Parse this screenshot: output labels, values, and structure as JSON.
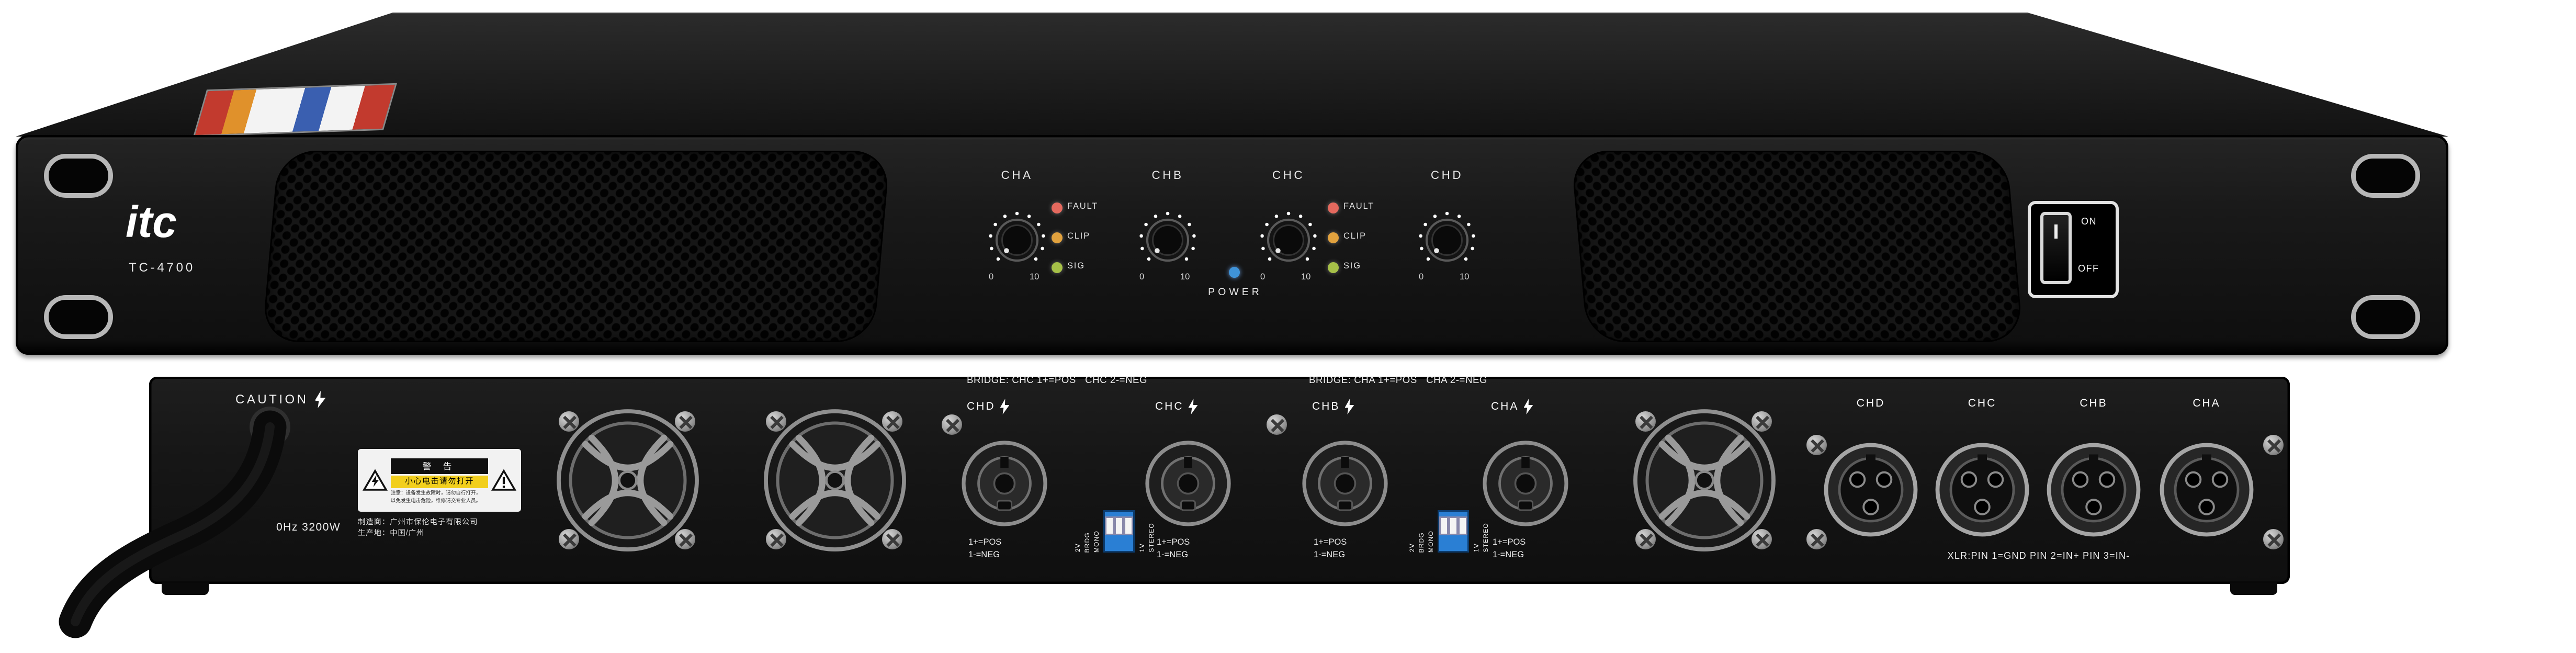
{
  "front_panel": {
    "brand": "itc",
    "model": "TC-4700",
    "channels": [
      "CHA",
      "CHB",
      "CHC",
      "CHD"
    ],
    "knob_scale": {
      "min": "0",
      "max": "10"
    },
    "leds": [
      {
        "label": "FAULT",
        "color": "#e4695e"
      },
      {
        "label": "CLIP",
        "color": "#e2a23e"
      },
      {
        "label": "SIG",
        "color": "#a6c048"
      }
    ],
    "power": {
      "label": "POWER",
      "led_color": "#3f93d8"
    },
    "switch": {
      "on": "ON",
      "off": "OFF"
    }
  },
  "rear_panel": {
    "caution": "CAUTION",
    "rating": "0Hz 3200W",
    "warning_label": {
      "title": "警 告",
      "subtitle": "小心电击请勿打开",
      "note1": "注意：设备发生故障时，请勿自行打开，",
      "note2": "以免发生电击危险，维修请交专业人员。"
    },
    "manufacturer": "制造商：广州市保伦电子有限公司",
    "origin": "生产地：中国/广州",
    "bridge": [
      "BRIDGE: CHC 1+=POS   CHC 2-=NEG",
      "BRIDGE: CHA 1+=POS   CHA 2-=NEG"
    ],
    "speakon_channels": [
      "CHD",
      "CHC",
      "CHB",
      "CHA"
    ],
    "speakon_pins": {
      "pos": "1+=POS",
      "neg": "1-=NEG"
    },
    "dip": {
      "left": [
        "2V",
        "BRDG",
        "MONO"
      ],
      "right": [
        "1V",
        "STEREO"
      ]
    },
    "xlr_channels": [
      "CHD",
      "CHC",
      "CHB",
      "CHA"
    ],
    "xlr_note": "XLR:PIN 1=GND PIN 2=IN+ PIN 3=IN-"
  }
}
